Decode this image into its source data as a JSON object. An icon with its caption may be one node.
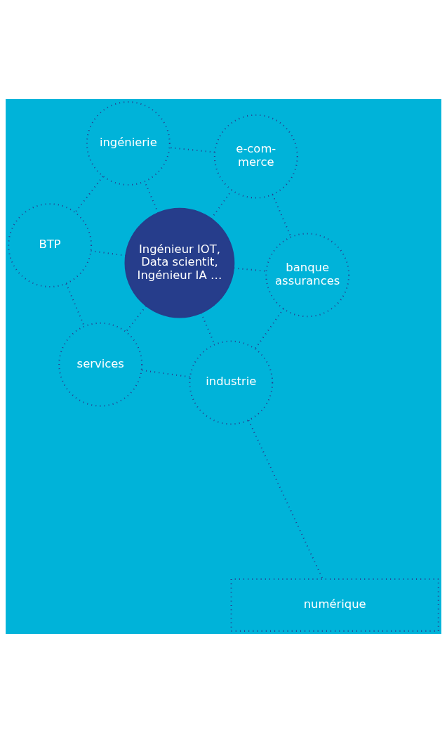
{
  "diagram": {
    "nodes": [
      {
        "text": [
          "ingénierie"
        ]
      },
      {
        "text": [
          "e-com- merce"
        ]
      },
      {
        "text": [
          "BTP"
        ]
      },
      {
        "text": [
          "Ingénieur IOT, Data scientit, Ingénieur IA …"
        ]
      },
      {
        "text": [
          "banque assurances"
        ]
      },
      {
        "text": [
          "services"
        ]
      },
      {
        "text": [
          "industrie"
        ]
      },
      {
        "text": [
          "numérique"
        ]
      }
    ],
    "edges": [
      {
        "from": 3,
        "to": 0,
        "arrow": "none"
      },
      {
        "from": 3,
        "to": 1,
        "arrow": "none"
      },
      {
        "from": 3,
        "to": 2,
        "arrow": "none"
      },
      {
        "from": 3,
        "to": 4,
        "arrow": "none"
      },
      {
        "from": 3,
        "to": 5,
        "arrow": "none"
      },
      {
        "from": 3,
        "to": 6,
        "arrow": "none"
      },
      {
        "from": 1,
        "to": 0,
        "arrow": "none"
      },
      {
        "from": 0,
        "to": 2,
        "arrow": "none"
      },
      {
        "from": 2,
        "to": 5,
        "arrow": "none"
      },
      {
        "from": 5,
        "to": 6,
        "arrow": "none"
      },
      {
        "from": 4,
        "to": 6,
        "arrow": "none"
      },
      {
        "from": 1,
        "to": 4,
        "arrow": "none"
      },
      {
        "from": 6,
        "to": 7,
        "arrow": "none"
      }
    ]
  }
}
